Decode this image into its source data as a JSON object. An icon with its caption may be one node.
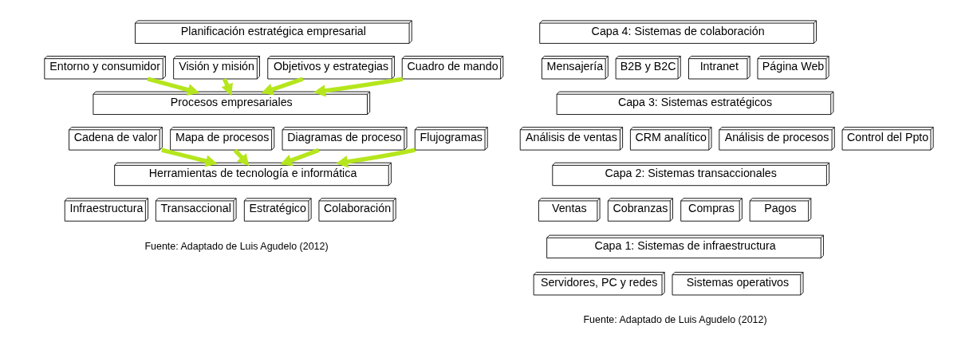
{
  "diagram": {
    "nodes": [
      {
        "text": [
          "Planificación estratégica empresarial"
        ]
      },
      {
        "text": [
          "Entorno y consumidor"
        ]
      },
      {
        "text": [
          "Visión y misión"
        ]
      },
      {
        "text": [
          "Objetivos y estrategias"
        ]
      },
      {
        "text": [
          "Cuadro de mando"
        ]
      },
      {
        "text": [
          "Procesos empresariales"
        ]
      },
      {
        "text": [
          "Cadena de valor"
        ]
      },
      {
        "text": [
          "Mapa de procesos"
        ]
      },
      {
        "text": [
          "Diagramas de proceso"
        ]
      },
      {
        "text": [
          "Flujogramas"
        ]
      },
      {
        "text": [
          "Herramientas de tecnología e informática"
        ]
      },
      {
        "text": [
          "Infraestructura"
        ]
      },
      {
        "text": [
          "Transaccional"
        ]
      },
      {
        "text": [
          "Estratégico"
        ]
      },
      {
        "text": [
          "Colaboración"
        ]
      },
      {
        "text": [
          "Capa 4: Sistemas de colaboración"
        ]
      },
      {
        "text": [
          "Mensajería"
        ]
      },
      {
        "text": [
          "B2B y B2C"
        ]
      },
      {
        "text": [
          "Intranet"
        ]
      },
      {
        "text": [
          "Página Web"
        ]
      },
      {
        "text": [
          "Capa 3: Sistemas estratégicos"
        ]
      },
      {
        "text": [
          "Análisis de ventas"
        ]
      },
      {
        "text": [
          "CRM analítico"
        ]
      },
      {
        "text": [
          "Análisis de procesos"
        ]
      },
      {
        "text": [
          "Control del Ppto"
        ]
      },
      {
        "text": [
          "Capa 2: Sistemas transaccionales"
        ]
      },
      {
        "text": [
          "Ventas"
        ]
      },
      {
        "text": [
          "Cobranzas"
        ]
      },
      {
        "text": [
          "Compras"
        ]
      },
      {
        "text": [
          "Pagos"
        ]
      },
      {
        "text": [
          "Capa 1: Sistemas de infraestructura"
        ]
      },
      {
        "text": [
          "Servidores, PC y redes"
        ]
      },
      {
        "text": [
          "Sistemas operativos"
        ]
      }
    ],
    "edges": [
      {
        "from": 1,
        "to": 5,
        "arrow": "to"
      },
      {
        "from": 2,
        "to": 5,
        "arrow": "to"
      },
      {
        "from": 3,
        "to": 5,
        "arrow": "to"
      },
      {
        "from": 4,
        "to": 5,
        "arrow": "to"
      },
      {
        "from": 6,
        "to": 10,
        "arrow": "to"
      },
      {
        "from": 7,
        "to": 10,
        "arrow": "to"
      },
      {
        "from": 8,
        "to": 10,
        "arrow": "to"
      },
      {
        "from": 9,
        "to": 10,
        "arrow": "to"
      }
    ],
    "labels": [
      "Fuente: Adaptado de Luis Agudelo (2012)",
      "Fuente: Adaptado de Luis Agudelo (2012)"
    ]
  }
}
